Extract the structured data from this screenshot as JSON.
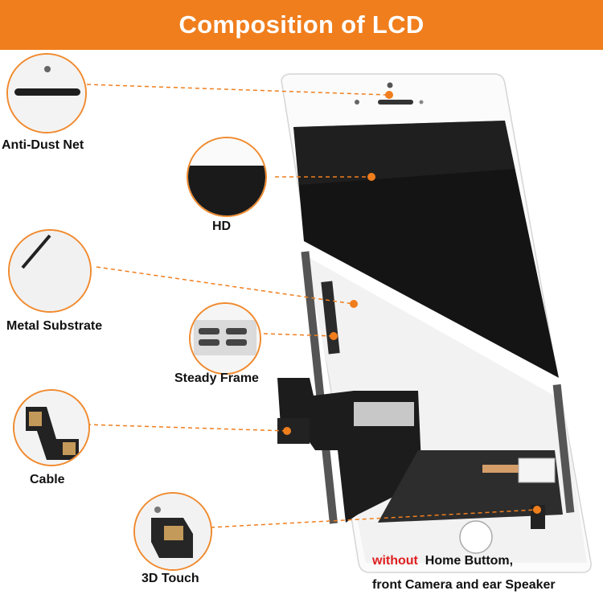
{
  "banner": {
    "title": "Composition of LCD"
  },
  "components": [
    {
      "id": "anti-dust-net",
      "label": "Anti-Dust Net"
    },
    {
      "id": "hd",
      "label": "HD"
    },
    {
      "id": "metal-substrate",
      "label": "Metal Substrate"
    },
    {
      "id": "steady-frame",
      "label": "Steady Frame"
    },
    {
      "id": "cable",
      "label": "Cable"
    },
    {
      "id": "3d-touch",
      "label": "3D Touch"
    }
  ],
  "note": {
    "highlight": "without",
    "line1": "Home Buttom,",
    "line2": "front Camera and ear Speaker"
  },
  "colors": {
    "accent": "#f07e1d",
    "warning": "#e02020"
  }
}
